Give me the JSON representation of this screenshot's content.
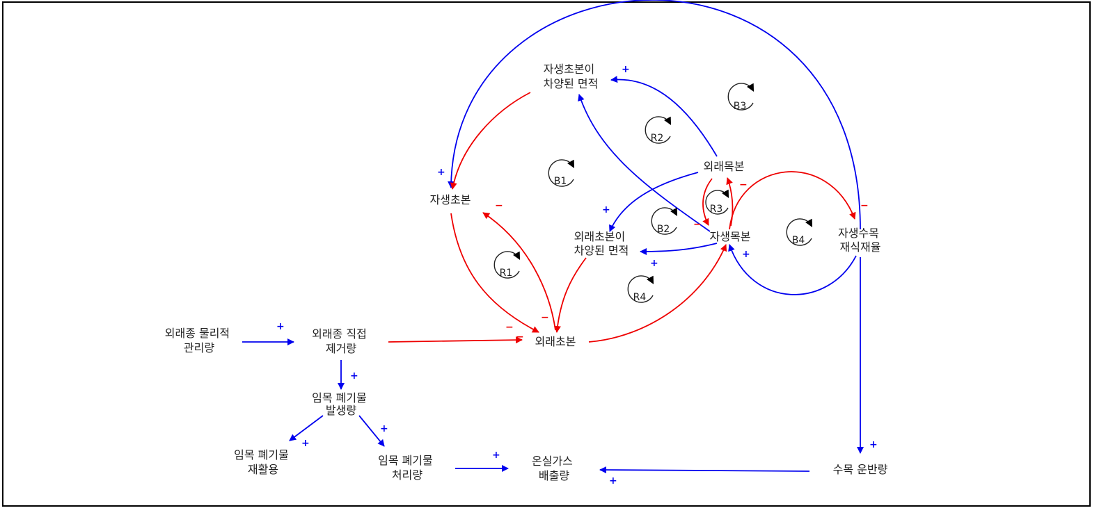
{
  "colors": {
    "positive": "#0000ee",
    "negative": "#ee0000",
    "text": "#222222",
    "frame": "#000000"
  },
  "variables": {
    "native_grass_shaded": [
      "자생초본이",
      "차양된 면적"
    ],
    "native_grass": [
      "자생초본"
    ],
    "alien_tree": [
      "외래목본"
    ],
    "alien_grass_shaded": [
      "외래초본이",
      "차양된 면적"
    ],
    "native_tree": [
      "자생목본"
    ],
    "native_tree_replant": [
      "자생수목",
      "재식재율"
    ],
    "alien_grass": [
      "외래초본"
    ],
    "alien_physical_mgmt": [
      "외래종 물리적",
      "관리량"
    ],
    "alien_direct_removal": [
      "외래종 직접",
      "제거량"
    ],
    "wood_waste_gen": [
      "임목 폐기물",
      "발생량"
    ],
    "wood_waste_recycle": [
      "임목 폐기물",
      "재활용"
    ],
    "wood_waste_treat": [
      "임목 폐기물",
      "처리량"
    ],
    "ghg_emission": [
      "온실가스",
      "배출량"
    ],
    "tree_transport": [
      "수목 운반량"
    ]
  },
  "loops": [
    "B3",
    "R2",
    "B1",
    "R3",
    "B2",
    "B4",
    "R1",
    "R4"
  ],
  "links": [
    {
      "from": "native_tree_replant",
      "to": "native_grass",
      "polarity": "+"
    },
    {
      "from": "alien_tree",
      "to": "native_grass_shaded",
      "polarity": "+"
    },
    {
      "from": "native_tree",
      "to": "native_grass_shaded",
      "polarity": ""
    },
    {
      "from": "native_grass_shaded",
      "to": "native_grass",
      "polarity": ""
    },
    {
      "from": "alien_tree",
      "to": "alien_grass_shaded",
      "polarity": "+"
    },
    {
      "from": "native_tree",
      "to": "alien_grass_shaded",
      "polarity": "+"
    },
    {
      "from": "alien_tree",
      "to": "native_tree",
      "polarity": "−"
    },
    {
      "from": "native_tree",
      "to": "alien_tree",
      "polarity": "−"
    },
    {
      "from": "native_tree",
      "to": "native_tree_replant",
      "polarity": "−"
    },
    {
      "from": "native_tree_replant",
      "to": "native_tree",
      "polarity": "+"
    },
    {
      "from": "alien_grass",
      "to": "native_grass",
      "polarity": "−"
    },
    {
      "from": "native_grass",
      "to": "alien_grass",
      "polarity": "−"
    },
    {
      "from": "alien_grass_shaded",
      "to": "alien_grass",
      "polarity": "−"
    },
    {
      "from": "alien_grass",
      "to": "native_tree",
      "polarity": ""
    },
    {
      "from": "alien_direct_removal",
      "to": "alien_grass",
      "polarity": "−"
    },
    {
      "from": "alien_physical_mgmt",
      "to": "alien_direct_removal",
      "polarity": "+"
    },
    {
      "from": "alien_direct_removal",
      "to": "wood_waste_gen",
      "polarity": "+"
    },
    {
      "from": "wood_waste_gen",
      "to": "wood_waste_recycle",
      "polarity": "+"
    },
    {
      "from": "wood_waste_gen",
      "to": "wood_waste_treat",
      "polarity": "+"
    },
    {
      "from": "wood_waste_treat",
      "to": "ghg_emission",
      "polarity": "+"
    },
    {
      "from": "native_tree_replant",
      "to": "tree_transport",
      "polarity": "+"
    },
    {
      "from": "tree_transport",
      "to": "ghg_emission",
      "polarity": "+"
    }
  ]
}
